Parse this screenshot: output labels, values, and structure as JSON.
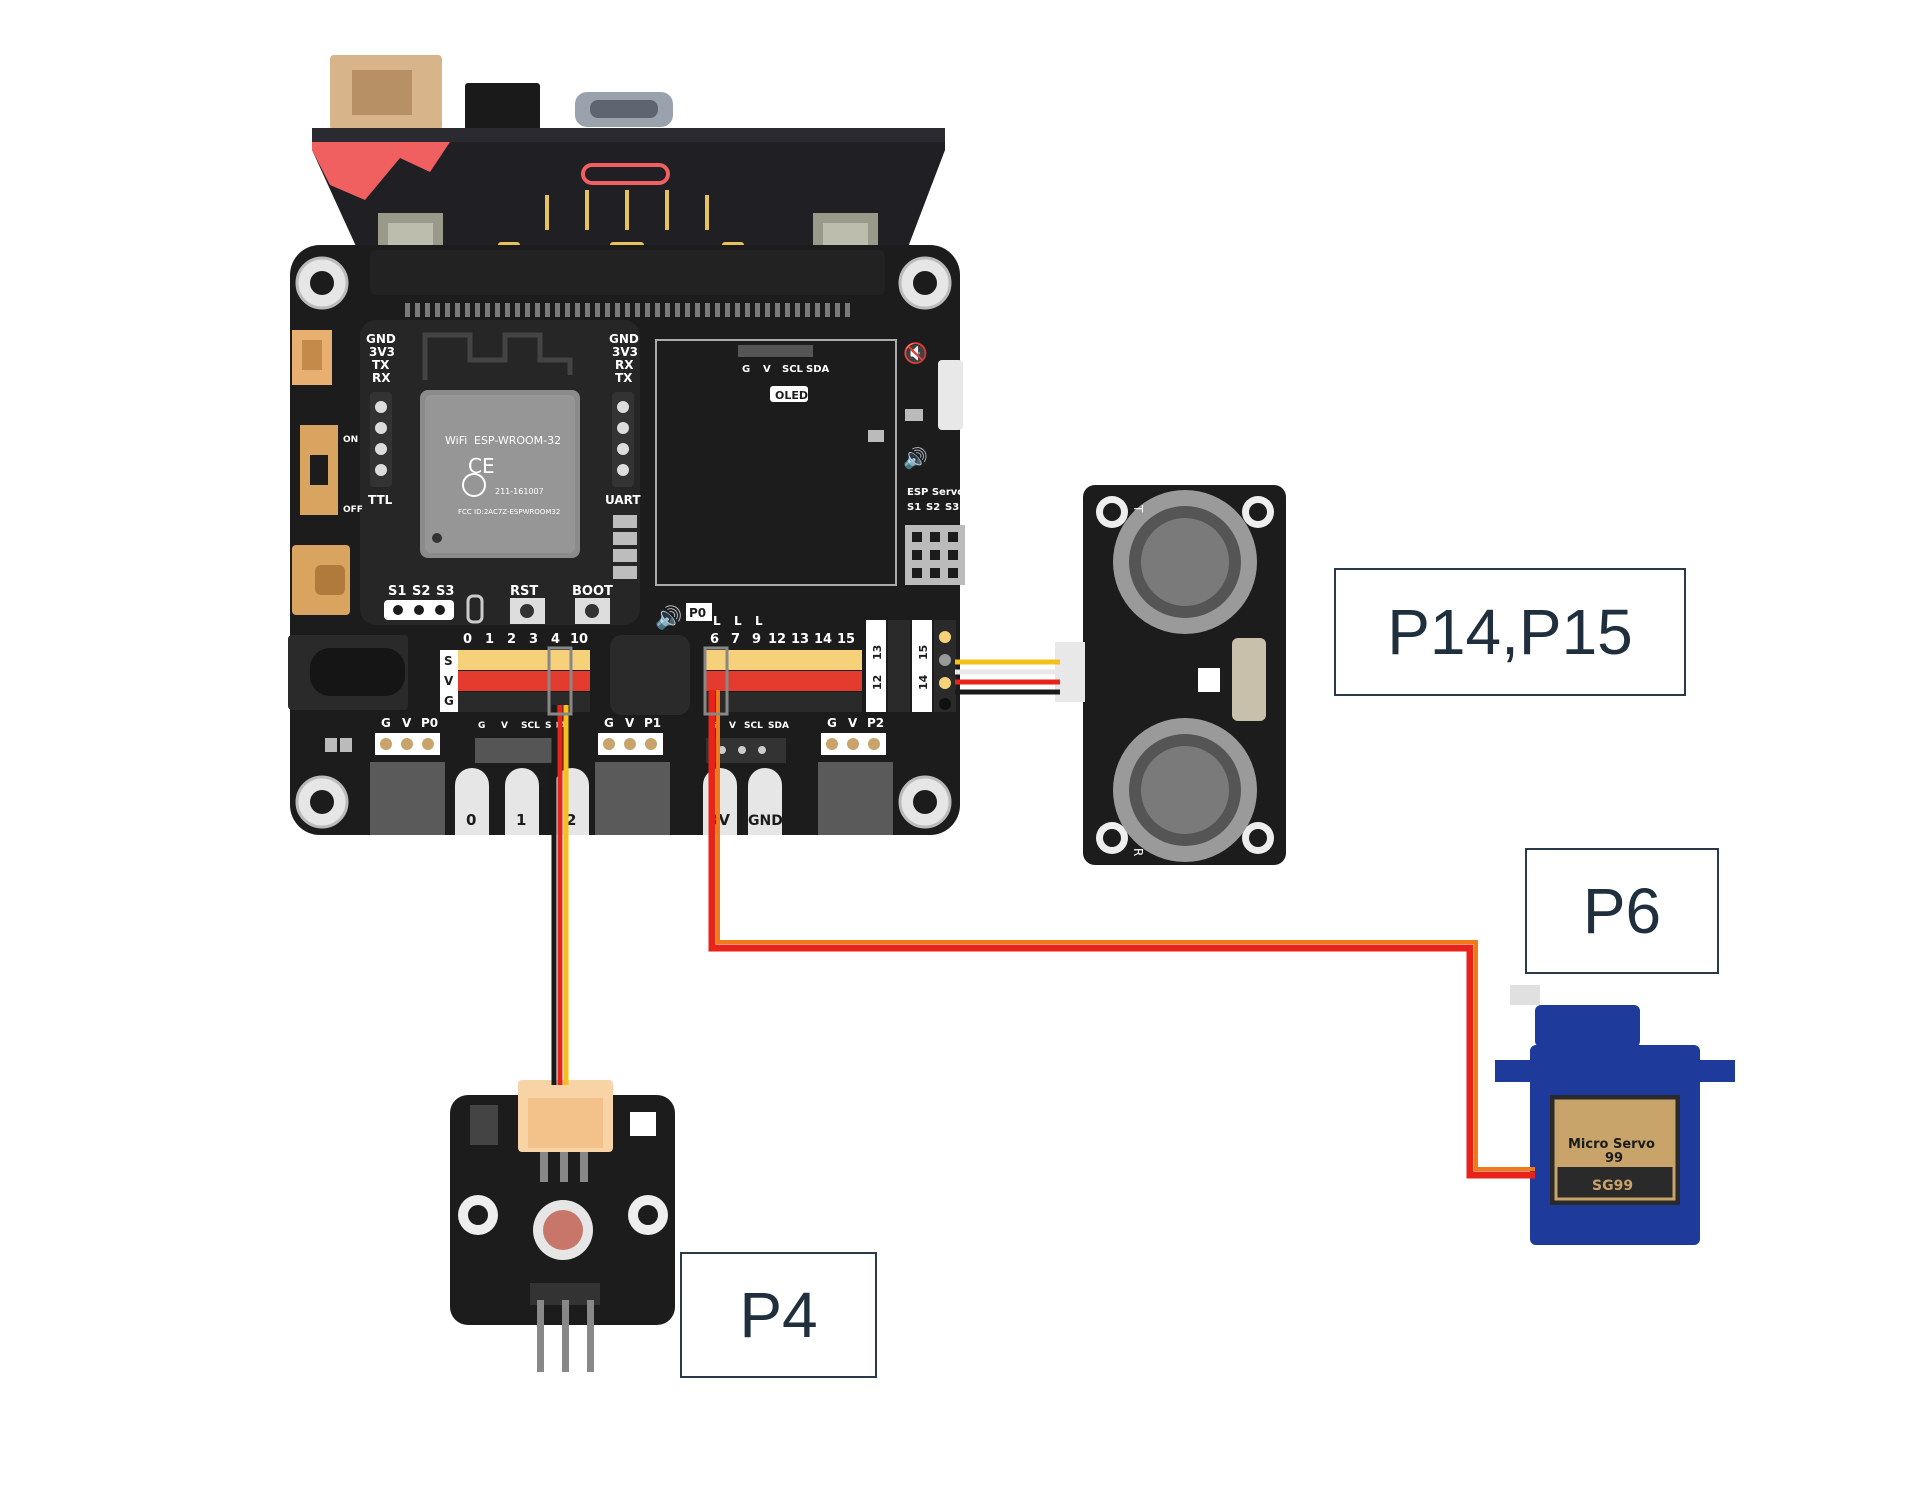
{
  "labels": {
    "ultrasonic": "P14,P15",
    "servo": "P6",
    "light": "P4"
  },
  "board": {
    "module_name": "ESP-WROOM-32",
    "wifi": "WiFi",
    "ce": "CE",
    "fcc": "FCC ID:2AC7Z-ESPWROOM32",
    "cert": "211-161007",
    "left_header": [
      "GND",
      "3V3",
      "TX",
      "RX"
    ],
    "right_header": [
      "GND",
      "3V3",
      "RX",
      "TX"
    ],
    "ttl": "TTL",
    "uart": "UART",
    "on": "ON",
    "off": "OFF",
    "s_labels": [
      "S1",
      "S2",
      "S3"
    ],
    "rst": "RST",
    "boot": "BOOT",
    "p0_badge": "P0",
    "oled": "OLED",
    "oled_pins": [
      "G",
      "V",
      "SCL",
      "SDA"
    ],
    "esp_servo": "ESP Servo",
    "esp_servo_pins": [
      "S1",
      "S2",
      "S3"
    ],
    "row_letters": [
      "S",
      "V",
      "G"
    ],
    "left_pins": [
      "0",
      "1",
      "2",
      "3",
      "4",
      "10"
    ],
    "right_pins": [
      "6",
      "7",
      "9",
      "12",
      "13",
      "14",
      "15"
    ],
    "side_pins": [
      "13",
      "12"
    ],
    "side_pins2": [
      "15",
      "14"
    ],
    "l_marks": [
      "L",
      "L",
      "L"
    ],
    "bottom_header_a": [
      "G",
      "V",
      "P0"
    ],
    "bottom_header_b": [
      "G",
      "V",
      "P1"
    ],
    "bottom_header_c": [
      "G",
      "V",
      "P2"
    ],
    "i2c_a": [
      "G",
      "V",
      "SCL",
      "SDA"
    ],
    "i2c_b": [
      "G",
      "V",
      "SCL",
      "SDA"
    ],
    "edge_pads": [
      "0",
      "1",
      "2",
      "3V",
      "GND"
    ]
  },
  "servo": {
    "line1": "Micro Servo",
    "line2": "99",
    "model": "SG99"
  },
  "ultrasonic": {
    "t": "T",
    "r": "R"
  },
  "colors": {
    "board": "#1c1c1c",
    "wire_red": "#e8231a",
    "wire_orange": "#f07a1a",
    "wire_yellow": "#f2c21a",
    "servo_blue": "#1e3a9a",
    "microbit_red": "#f05a5a",
    "header_yellow": "#f5d27a",
    "header_red": "#e33b2e"
  }
}
